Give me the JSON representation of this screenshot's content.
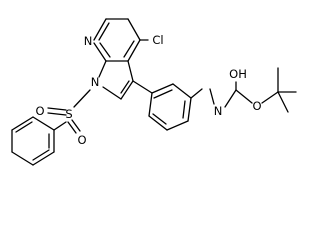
{
  "molecule": {
    "atoms": [
      {
        "id": "N7",
        "text": "N"
      },
      {
        "id": "Cl",
        "text": "Cl"
      },
      {
        "id": "N1",
        "text": "N"
      },
      {
        "id": "S",
        "text": "S"
      },
      {
        "id": "O1",
        "text": "O"
      },
      {
        "id": "O2",
        "text": "O"
      },
      {
        "id": "OH",
        "text": "OH"
      },
      {
        "id": "NH",
        "text": "N"
      },
      {
        "id": "Oest",
        "text": "O"
      }
    ]
  }
}
